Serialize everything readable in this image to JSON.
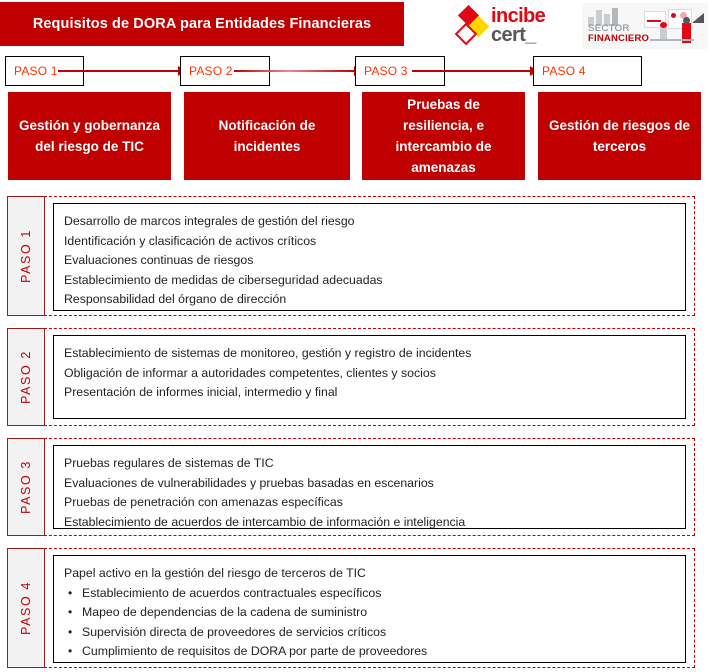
{
  "header": {
    "title": "Requisitos de DORA para Entidades Financieras",
    "title_bg": "#C00000",
    "logos": {
      "incibe": {
        "word1": "incibe",
        "word2": "cert_",
        "color1": "#E30613",
        "color2": "#54585A"
      },
      "sector": {
        "line1": "SECTOR",
        "line2": "FINANCIERO",
        "accent": "#C00000"
      }
    }
  },
  "steps": [
    {
      "label": "PASO 1"
    },
    {
      "label": "PASO 2"
    },
    {
      "label": "PASO 3"
    },
    {
      "label": "PASO 4"
    }
  ],
  "categories": [
    {
      "label": "Gestión y gobernanza del riesgo de TIC"
    },
    {
      "label": "Notificación de incidentes"
    },
    {
      "label": "Pruebas de resiliencia, e intercambio de amenazas"
    },
    {
      "label": "Gestión de riesgos de terceros"
    }
  ],
  "sections": [
    {
      "tab": "PASO 1",
      "items": [
        {
          "text": "Desarrollo de marcos integrales de gestión del riesgo",
          "bullet": false
        },
        {
          "text": "Identificación y clasificación de activos críticos",
          "bullet": false
        },
        {
          "text": "Evaluaciones continuas de riesgos",
          "bullet": false
        },
        {
          "text": "Establecimiento de medidas de ciberseguridad adecuadas",
          "bullet": false
        },
        {
          "text": "Responsabilidad del órgano de dirección",
          "bullet": false
        }
      ]
    },
    {
      "tab": "PASO 2",
      "items": [
        {
          "text": "Establecimiento de sistemas de monitoreo, gestión y registro de incidentes",
          "bullet": false
        },
        {
          "text": "Obligación de informar a autoridades competentes, clientes y socios",
          "bullet": false
        },
        {
          "text": "Presentación de informes inicial, intermedio y final",
          "bullet": false
        }
      ]
    },
    {
      "tab": "PASO 3",
      "items": [
        {
          "text": "Pruebas regulares de sistemas de TIC",
          "bullet": false
        },
        {
          "text": "Evaluaciones de vulnerabilidades y pruebas basadas en escenarios",
          "bullet": false
        },
        {
          "text": "Pruebas de penetración con amenazas específicas",
          "bullet": false
        },
        {
          "text": "Establecimiento de acuerdos de intercambio de información e inteligencia",
          "bullet": false
        }
      ]
    },
    {
      "tab": "PASO 4",
      "items": [
        {
          "text": "Papel activo en la gestión del riesgo de terceros de TIC",
          "bullet": false
        },
        {
          "text": "Establecimiento de acuerdos contractuales específicos",
          "bullet": true
        },
        {
          "text": "Mapeo de dependencias de la cadena de suministro",
          "bullet": true
        },
        {
          "text": "Supervisión directa de proveedores de servicios críticos",
          "bullet": true
        },
        {
          "text": "Cumplimiento de requisitos de DORA por parte de proveedores",
          "bullet": true
        }
      ]
    }
  ],
  "colors": {
    "brand_red": "#C00000",
    "chip_text": "#FF3300",
    "incibe_red": "#E30613",
    "incibe_gray": "#54585A"
  }
}
